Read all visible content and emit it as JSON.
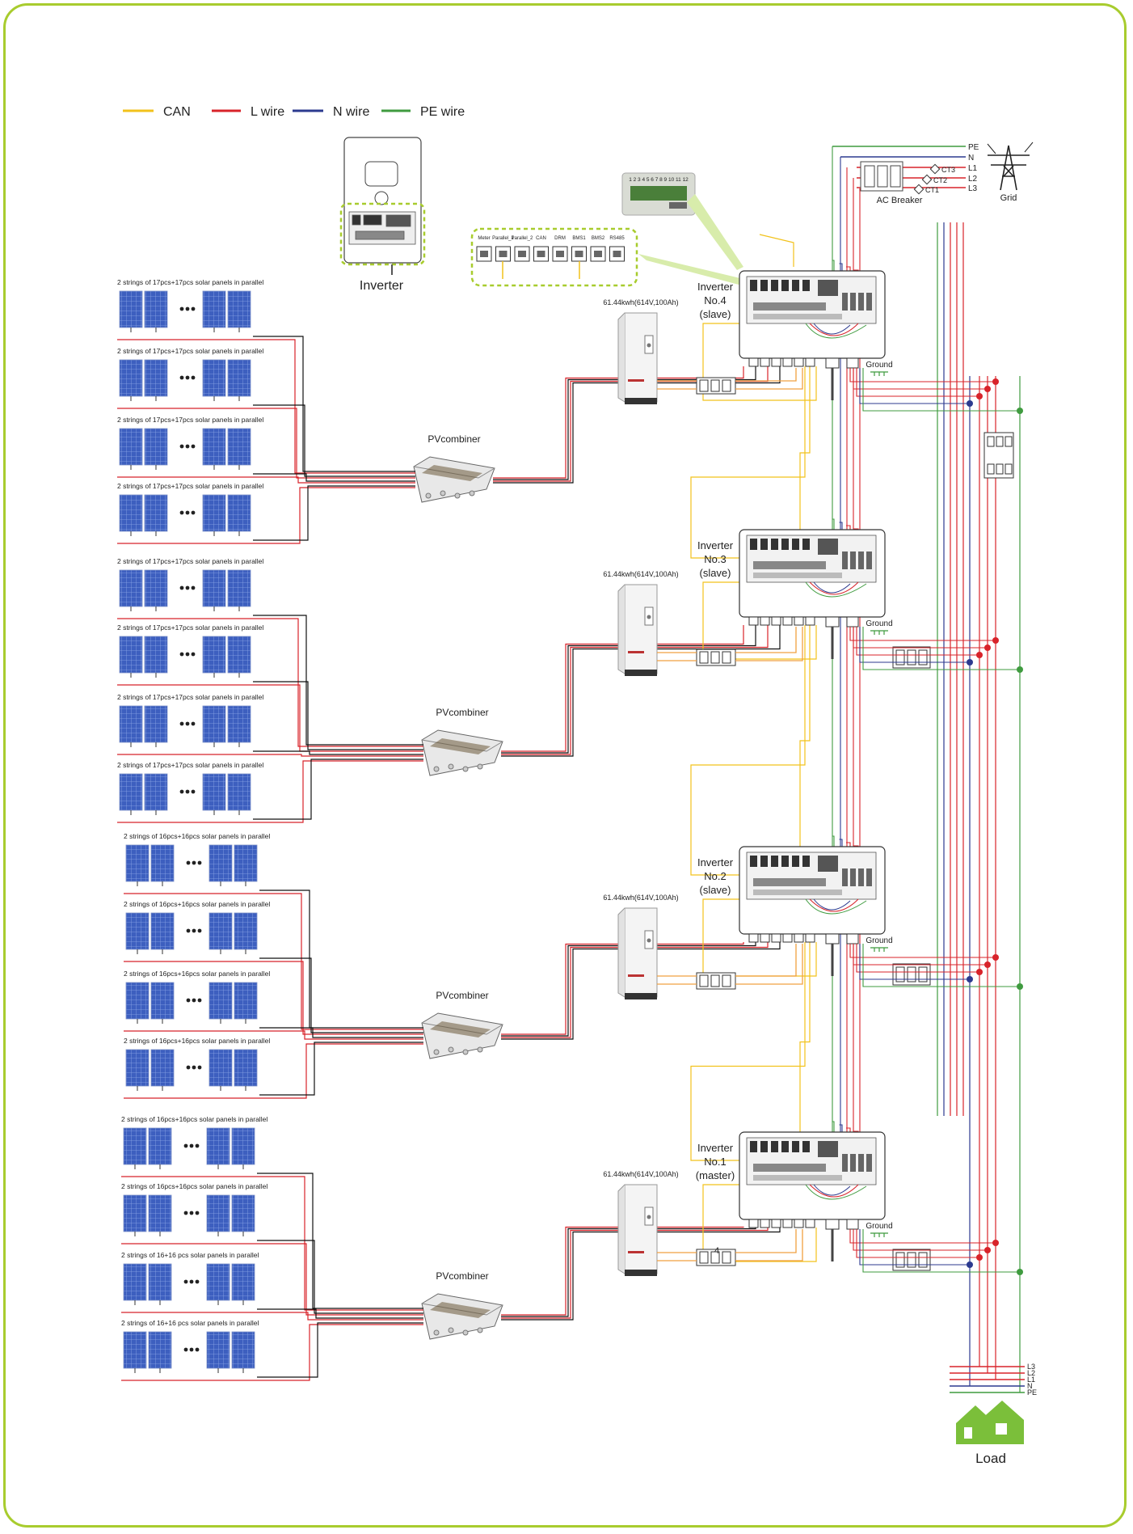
{
  "legend": [
    {
      "label": "CAN",
      "color": "#f2c21b"
    },
    {
      "label": "L wire",
      "color": "#d8232a"
    },
    {
      "label": "N wire",
      "color": "#2c3a8f"
    },
    {
      "label": "PE wire",
      "color": "#3f9b3f"
    }
  ],
  "inverter_detail_label": "Inverter",
  "ports": [
    "Meter",
    "Parallel_1",
    "Parallel_2",
    "CAN",
    "DRM",
    "BMS1",
    "BMS2",
    "RS485"
  ],
  "terminal_numbers": "1 2 3 4 5 6 7 8 9 10 11 12",
  "grid": {
    "lines": [
      "PE",
      "N",
      "L1",
      "L2",
      "L3"
    ],
    "ct_labels": [
      "CT3",
      "CT2",
      "CT1"
    ],
    "breaker_label": "AC Breaker",
    "tower_label": "Grid"
  },
  "inverters": [
    {
      "line1": "Inverter",
      "line2": "No.4",
      "line3": "(slave)"
    },
    {
      "line1": "Inverter",
      "line2": "No.3",
      "line3": "(slave)"
    },
    {
      "line1": "Inverter",
      "line2": "No.2",
      "line3": "(slave)"
    },
    {
      "line1": "Inverter",
      "line2": "No.1",
      "line3": "(master)"
    }
  ],
  "battery_label": "61.44kwh(614V,100Ah)",
  "combiner_label": "PVcombiner",
  "ground_label": "Ground",
  "breaker_number": "4",
  "string_groups": [
    [
      "2 strings of 17pcs+17pcs solar panels in parallel",
      "2 strings of 17pcs+17pcs solar panels in parallel",
      "2 strings of 17pcs+17pcs solar panels in parallel",
      "2 strings of 17pcs+17pcs solar panels in parallel"
    ],
    [
      "2 strings of 17pcs+17pcs solar panels in parallel",
      "2 strings of 17pcs+17pcs solar panels in parallel",
      "2 strings of 17pcs+17pcs solar panels in parallel",
      "2 strings of 17pcs+17pcs solar panels in parallel"
    ],
    [
      "2 strings of 16pcs+16pcs solar panels in parallel",
      "2 strings of 16pcs+16pcs solar panels in parallel",
      "2 strings of 16pcs+16pcs solar panels in parallel",
      "2 strings of 16pcs+16pcs solar panels in parallel"
    ],
    [
      "2 strings of 16pcs+16pcs solar panels in parallel",
      "2 strings of 16pcs+16pcs solar panels in parallel",
      "2 strings of 16+16 pcs solar panels in parallel",
      "2 strings of 16+16 pcs solar panels in parallel"
    ]
  ],
  "load": {
    "lines": [
      "L3",
      "L2",
      "L1",
      "N",
      "PE"
    ],
    "label": "Load"
  }
}
